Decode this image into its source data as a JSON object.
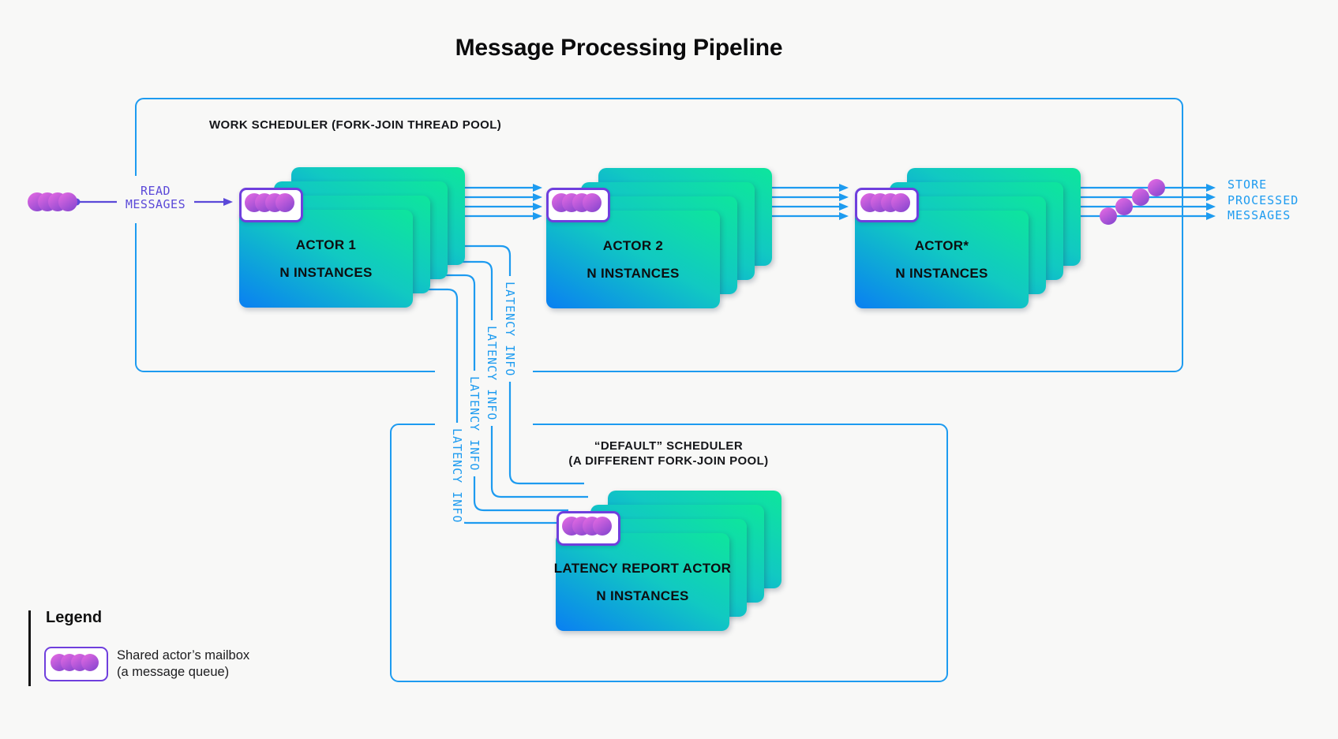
{
  "title": "Message Processing Pipeline",
  "schedulers": {
    "work": {
      "label": "WORK SCHEDULER (FORK-JOIN THREAD POOL)"
    },
    "default": {
      "label_line1": "“DEFAULT” SCHEDULER",
      "label_line2": "(A DIFFERENT FORK-JOIN POOL)"
    }
  },
  "actors": [
    {
      "name": "ACTOR 1",
      "instances": "N INSTANCES"
    },
    {
      "name": "ACTOR 2",
      "instances": "N INSTANCES"
    },
    {
      "name": "ACTOR*",
      "instances": "N INSTANCES"
    },
    {
      "name": "LATENCY REPORT ACTOR",
      "instances": "N INSTANCES"
    }
  ],
  "flow_labels": {
    "read": {
      "line1": "READ",
      "line2": "MESSAGES"
    },
    "store": {
      "line1": "STORE",
      "line2": "PROCESSED",
      "line3": "MESSAGES"
    },
    "latency": "LATENCY INFO"
  },
  "legend": {
    "heading": "Legend",
    "item_line1": "Shared actor’s mailbox",
    "item_line2": "(a message queue)"
  },
  "colors": {
    "line_blue": "#1d9bf0",
    "read_purple": "#5b49d8",
    "mailbox_border_purple": "#6f3fdd",
    "dot_pink": "#da66e0",
    "dot_purple": "#8f49d1",
    "card_gradient_blue": "#0a7ff2",
    "card_gradient_green": "#0ee69c",
    "background": "#f8f8f7"
  }
}
